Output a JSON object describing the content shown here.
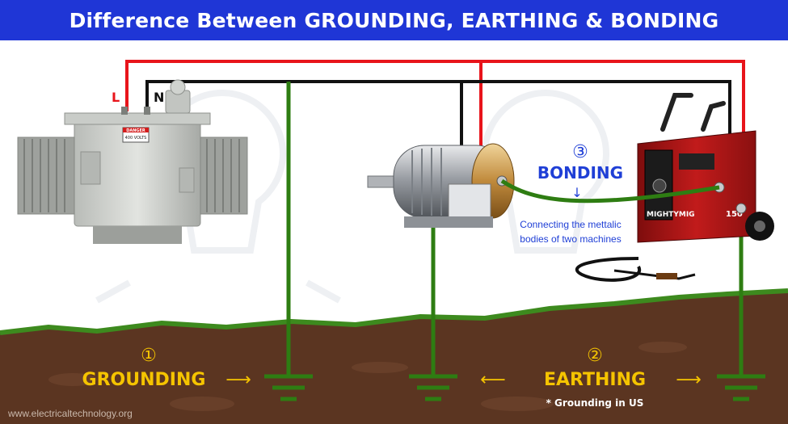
{
  "title": "Difference Between GROUNDING, EARTHING & BONDING",
  "wires": {
    "line_label": "L",
    "neutral_label": "N",
    "line_color": "#e8141b",
    "neutral_color": "#111111",
    "ground_color": "#2e7d12"
  },
  "devices": {
    "transformer": {
      "tag": "DANGER",
      "volts": "400 VOLTS"
    },
    "welder": {
      "brand": "MIGHTYMIG",
      "model": "150"
    }
  },
  "bonding": {
    "number": "③",
    "label": "BONDING",
    "arrow": "↓",
    "caption_line1": "Connecting the mettalic",
    "caption_line2": "bodies of two machines"
  },
  "grounding": {
    "number": "①",
    "label": "GROUNDING",
    "arrow": "⟶"
  },
  "earthing": {
    "number": "②",
    "label": "EARTHING",
    "left_arrow": "⟵",
    "right_arrow": "⟶",
    "note": "* Grounding in US"
  },
  "footer": {
    "url": "www.electricaltechnology.org"
  },
  "colors": {
    "title_bg": "#1f36d6",
    "soil": "#5b3521",
    "grass": "#3d8a1e",
    "label_yellow": "#f5c400",
    "bonding_blue": "#1f3fd6"
  }
}
